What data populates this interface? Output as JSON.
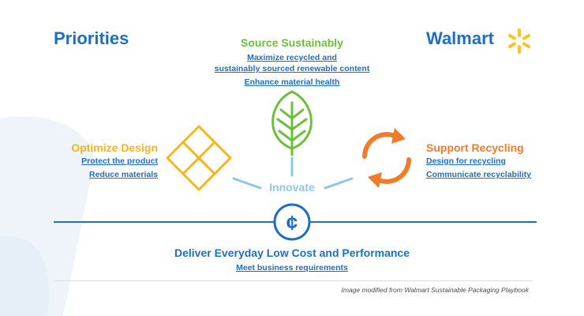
{
  "title": "Priorities",
  "brand": {
    "name": "Walmart",
    "spark_color": "#ffc220",
    "text_color": "#1e6fc3"
  },
  "source": {
    "heading": "Source Sustainably",
    "items": [
      "Maximize recycled and",
      "sustainably sourced renewable content",
      "Enhance material health"
    ],
    "icon": "leaf-icon",
    "color": "#6cbf3b"
  },
  "optimize": {
    "heading": "Optimize Design",
    "items": [
      "Protect the product",
      "Reduce materials"
    ],
    "icon": "diamond-tiles-icon",
    "color": "#f5b51b"
  },
  "recycle": {
    "heading": "Support Recycling",
    "items": [
      "Design for recycling",
      "Communicate recyclability"
    ],
    "icon": "recycle-arrows-icon",
    "color": "#f07c27"
  },
  "center": {
    "label": "Innovate",
    "color": "#8fc6e8"
  },
  "bottom": {
    "heading": "Deliver Everyday Low Cost and Performance",
    "item": "Meet business requirements",
    "icon": "cent-icon",
    "symbol": "¢"
  },
  "caption": "Image modified from Walmart Sustainable Packaging Playbook"
}
